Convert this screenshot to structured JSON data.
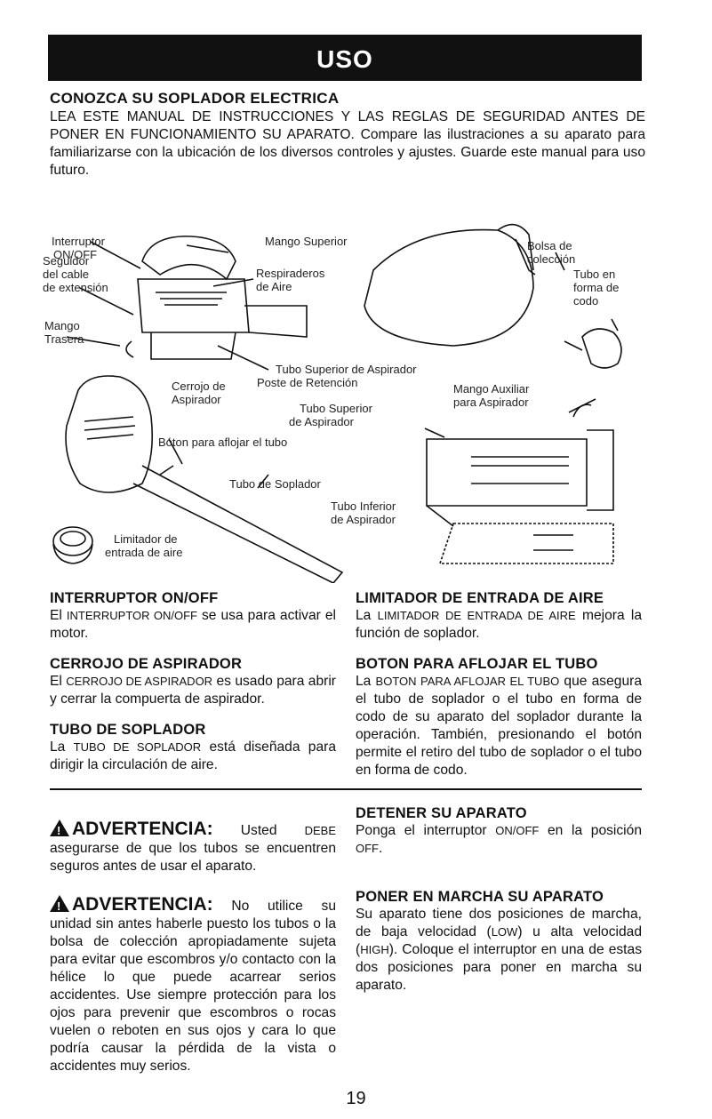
{
  "banner": "USO",
  "intro": {
    "title": "CONOZCA SU SOPLADOR ELECTRICA",
    "body": "LEA ESTE MANUAL DE INSTRUCCIONES Y LAS REGLAS DE SEGURIDAD ANTES DE PONER EN FUNCIONAMIENTO SU APARATO. Compare las ilustraciones a su aparato para familiarizarse con la ubicación de los diversos controles y ajustes. Guarde este manual para uso futuro."
  },
  "figure_labels": {
    "interruptor_1": "Interruptor",
    "interruptor_2": "ON/OFF",
    "mango_superior": "Mango Superior",
    "seguidor_1": "Seguidor",
    "seguidor_2": "del cable",
    "seguidor_3": "de extensión",
    "respiraderos_1": "Respiraderos",
    "respiraderos_2": "de Aire",
    "mango_trasera_1": "Mango",
    "mango_trasera_2": "Trasera",
    "bolsa_1": "Bolsa de",
    "bolsa_2": "colección",
    "tubo_codo_1": "Tubo en",
    "tubo_codo_2": "forma de",
    "tubo_codo_3": "codo",
    "tubo_sup_asp": "Tubo Superior de Aspirador",
    "cerrojo_1": "Cerrojo de",
    "cerrojo_2": "Aspirador",
    "poste": "Poste de Retención",
    "mango_aux_1": "Mango Auxiliar",
    "mango_aux_2": "para Aspirador",
    "tubo_sup_2a": "Tubo Superior",
    "tubo_sup_2b": "de Aspirador",
    "boton": "Bóton para aflojar el tubo",
    "tubo_soplador": "Tubo de Soplador",
    "tubo_inf_1": "Tubo Inferior",
    "tubo_inf_2": "de Aspirador",
    "limitador_1": "Limitador de",
    "limitador_2": "entrada de aire"
  },
  "left_col": {
    "s1_title": "INTERRUPTOR ON/OFF",
    "s1_p1": "El ",
    "s1_sc": "INTERRUPTOR ON/OFF",
    "s1_p2": " se usa para activar el motor.",
    "s2_title": "CERROJO DE ASPIRADOR",
    "s2_p1": "El ",
    "s2_sc": "CERROJO DE ASPIRADOR",
    "s2_p2": " es usado para abrir y cerrar la compuerta de aspirador.",
    "s3_title": "TUBO DE SOPLADOR",
    "s3_p1": "La ",
    "s3_sc": "TUBO DE SOPLADOR",
    "s3_p2": " está diseñada para dirigir la circulación de aire."
  },
  "right_col": {
    "s1_title": "LIMITADOR DE ENTRADA DE AIRE",
    "s1_p1": "La ",
    "s1_sc": "LIMITADOR DE ENTRADA DE AIRE",
    "s1_p2": " mejora la función de soplador.",
    "s2_title": "BOTON PARA AFLOJAR EL TUBO",
    "s2_p1": "La ",
    "s2_sc": "BOTON PARA AFLOJAR EL TUBO",
    "s2_p2": " que asegura el tubo de soplador o el tubo en forma de codo de su aparato del soplador durante la operación. También, presionando el botón permite el retiro del tubo de soplador o el tubo en forma de codo."
  },
  "warnings": {
    "w1_head": "ADVERTENCIA:",
    "w1_p1": " Usted ",
    "w1_sc": "DEBE",
    "w1_p2": " asegurarse de que los tubos se encuentren seguros antes de usar el aparato.",
    "w2_head": "ADVERTENCIA:",
    "w2_p": " No utilice su unidad sin antes haberle puesto los tubos o la bolsa de colección apropiadamente sujeta para evitar que escombros y/o contacto con la hélice lo que puede acarrear serios accidentes. Use siempre protección para los ojos para prevenir que escombros o rocas vuelen o reboten en sus ojos y cara lo que podría causar la pérdida de la vista o accidentes muy serios."
  },
  "operate": {
    "stop_title": "DETENER SU APARATO",
    "stop_p1": "Ponga el interruptor ",
    "stop_sc1": "ON/OFF",
    "stop_p2": " en la posición ",
    "stop_sc2": "OFF",
    "stop_p3": ".",
    "start_title": "PONER EN MARCHA SU APARATO",
    "start_p1": "Su aparato tiene dos posiciones de marcha, de baja velocidad (",
    "start_sc1": "LOW",
    "start_p2": ") u alta velocidad (",
    "start_sc2": "HIGH",
    "start_p3": "). Coloque el interruptor en una de estas dos posiciones para poner en marcha su aparato."
  },
  "page_number": "19"
}
